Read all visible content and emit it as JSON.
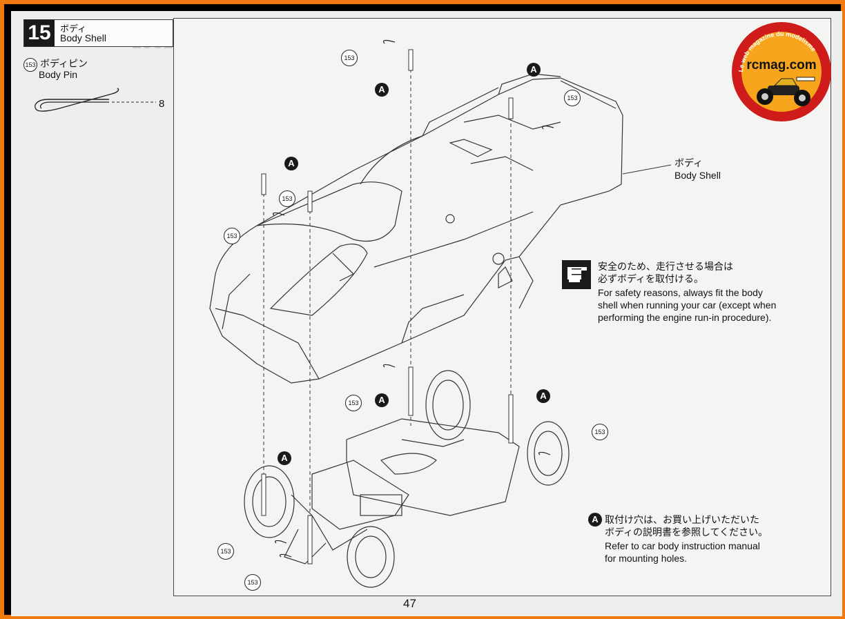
{
  "step": {
    "number": "15",
    "title_jp": "ボディ",
    "title_en": "Body Shell"
  },
  "part": {
    "number": "153",
    "name_jp": "ボディピン",
    "name_en": "Body Pin",
    "quantity": "8"
  },
  "callouts": {
    "label_a": "A",
    "label_153": "153",
    "body_label_jp": "ボディ",
    "body_label_en": "Body Shell"
  },
  "safety_note": {
    "jp_line1": "安全のため、走行させる場合は",
    "jp_line2": "必ずボディを取付ける。",
    "en_line1": "For safety reasons, always fit the body",
    "en_line2": "shell when running your car (except when",
    "en_line3": "performing the engine run-in procedure)."
  },
  "mounting_note": {
    "marker": "A",
    "jp_line1": "取付け穴は、お買い上げいただいた",
    "jp_line2": "ボディの説明書を参照してください。",
    "en_line1": "Refer to car body instruction manual",
    "en_line2": "for mounting holes."
  },
  "page_number": "47",
  "logo": {
    "arc_text": "Le web magazine du modelisme",
    "brand": "rcmag.com",
    "ring_color": "#d01b1b",
    "fill_color": "#f6a51c"
  },
  "frame_color": "#f07a10"
}
